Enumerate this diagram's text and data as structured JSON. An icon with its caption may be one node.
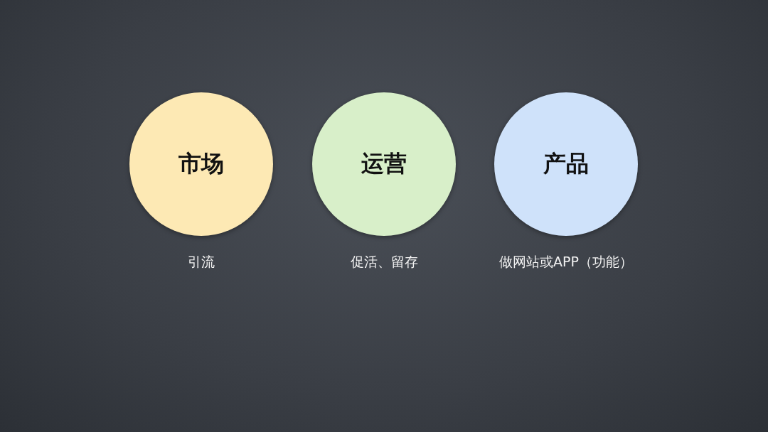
{
  "diagram": {
    "nodes": [
      {
        "text": [
          "市场"
        ],
        "beside": [
          "引流"
        ]
      },
      {
        "text": [
          "运营"
        ],
        "beside": [
          "促活、留存"
        ]
      },
      {
        "text": [
          "产品"
        ],
        "beside": [
          "做网站或APP（功能）"
        ]
      }
    ]
  }
}
